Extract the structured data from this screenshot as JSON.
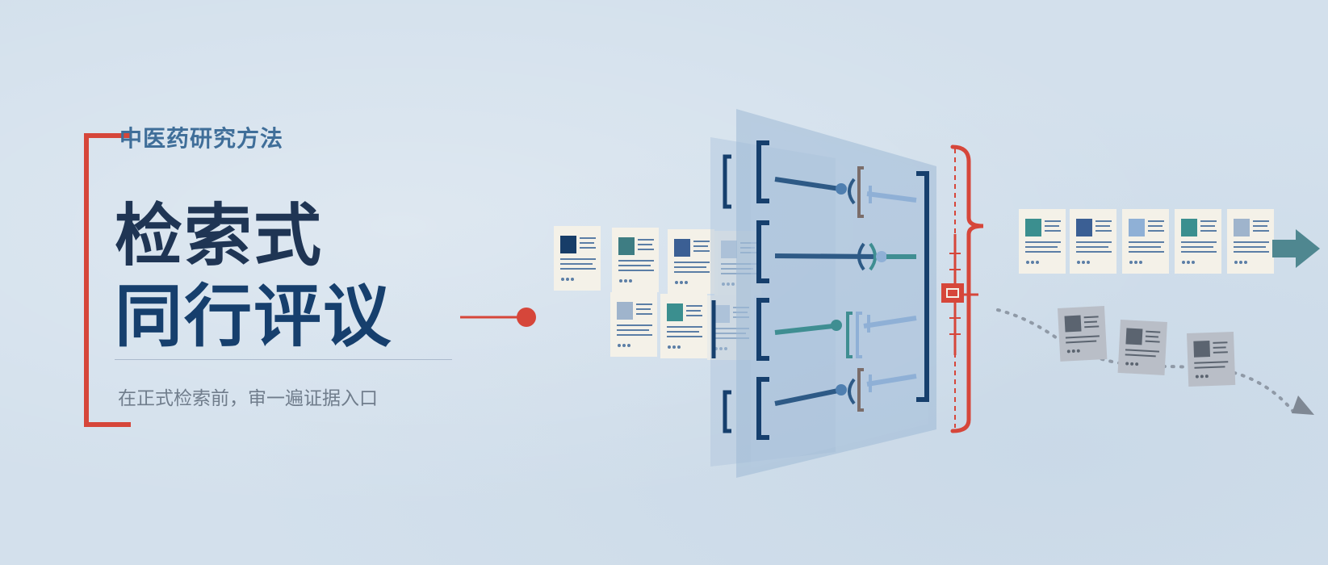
{
  "eyebrow": "中医药研究方法",
  "headline": {
    "line1": "检索式",
    "line2": "同行评议"
  },
  "subtitle": "在正式检索前，审一遍证据入口",
  "colors": {
    "background": "#d3e0ec",
    "accent_red": "#d6463a",
    "navy": "#163f6d",
    "eyebrow_blue": "#3f6e99",
    "teal": "#3f8e92",
    "subtitle_gray": "#707d8c"
  },
  "icons": [
    "input-document-cards",
    "filter-glass-panels",
    "boolean-bracket-filters",
    "red-threshold-slider",
    "curly-brace-selector",
    "output-arrow-icon",
    "rejected-path-arrow-icon"
  ]
}
